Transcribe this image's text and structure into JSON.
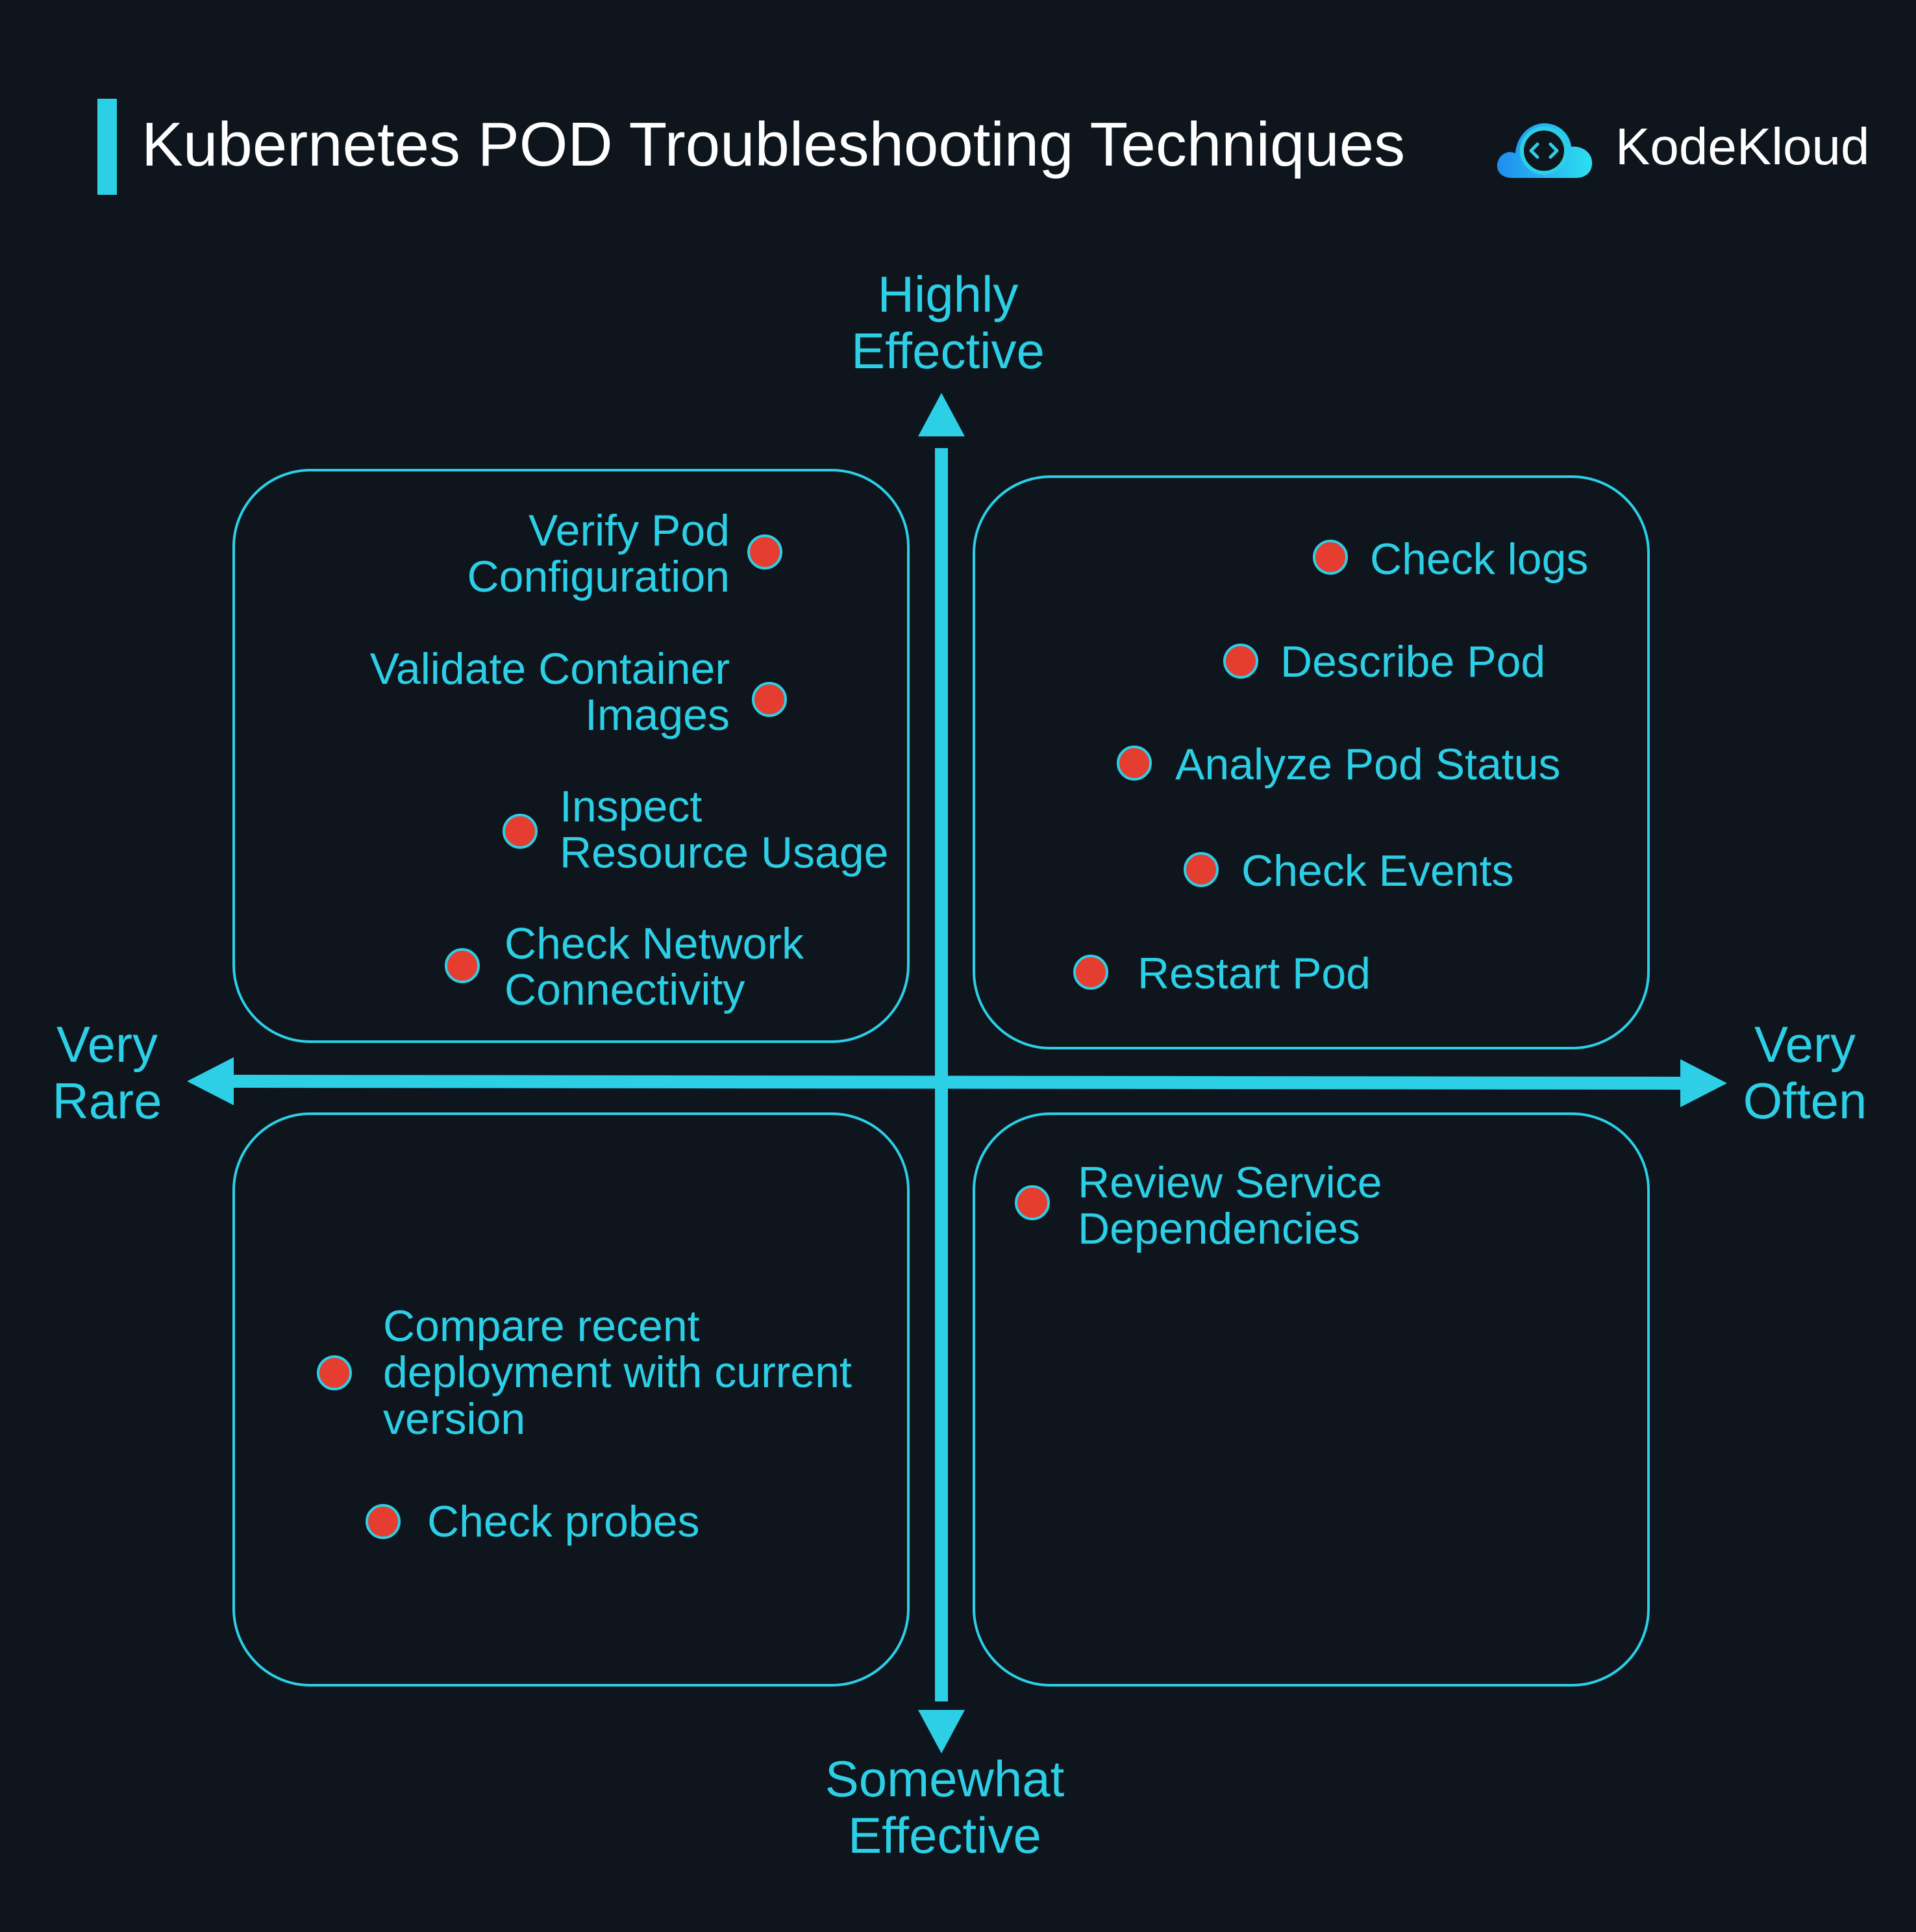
{
  "header": {
    "title": "Kubernetes POD Troubleshooting Techniques",
    "brand": "KodeKloud",
    "logo_icon": "cloud-code-icon"
  },
  "colors": {
    "background": "#0e151d",
    "accent": "#2ccfe6",
    "dot": "#e53d2f",
    "text": "#ffffff"
  },
  "axes": {
    "top": "Highly\nEffective",
    "bottom": "Somewhat\nEffective",
    "left": "Very\nRare",
    "right": "Very\nOften"
  },
  "quadrants": {
    "top_left": [
      "Verify Pod\nConfiguration",
      "Validate Container\nImages",
      "Inspect\nResource Usage",
      "Check Network\nConnectivity"
    ],
    "top_right": [
      "Check logs",
      "Describe Pod",
      "Analyze Pod Status",
      "Check Events",
      "Restart Pod"
    ],
    "bottom_left": [
      "Compare recent\ndeployment with current\nversion",
      "Check probes"
    ],
    "bottom_right": [
      "Review Service\nDependencies"
    ]
  }
}
